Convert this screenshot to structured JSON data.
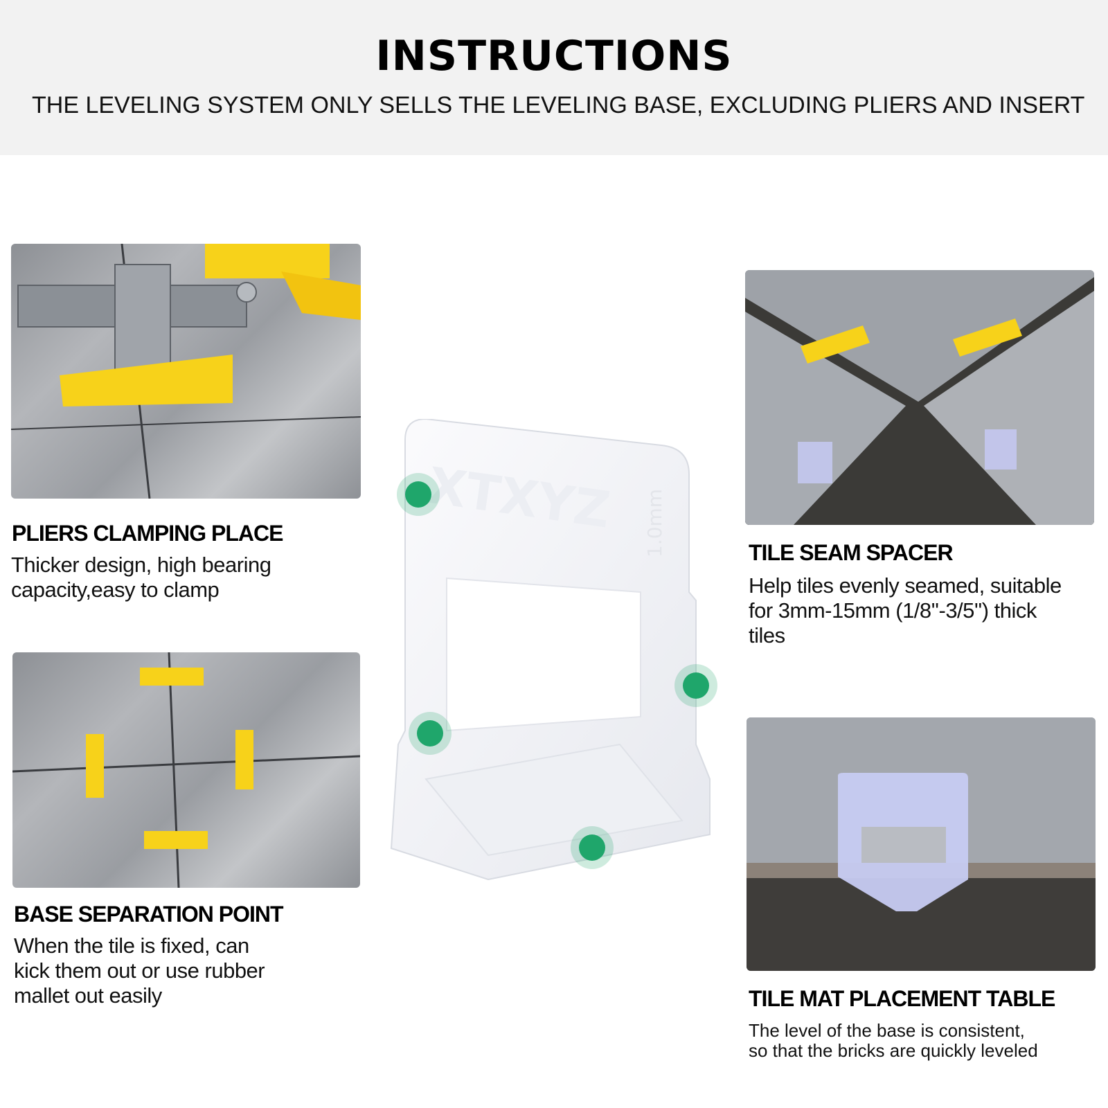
{
  "header": {
    "title": "INSTRUCTIONS",
    "subtitle": "THE LEVELING SYSTEM ONLY SELLS THE LEVELING BASE, EXCLUDING PLIERS AND INSERT"
  },
  "features": [
    {
      "title": "PLIERS CLAMPING PLACE",
      "lines": [
        "Thicker design, high bearing",
        "capacity,easy to clamp"
      ]
    },
    {
      "title": "BASE SEPARATION POINT",
      "lines": [
        "When the tile is fixed, can",
        "kick them out or use rubber",
        "mallet out easily"
      ]
    },
    {
      "title": "TILE SEAM SPACER",
      "lines": [
        "Help tiles evenly seamed, suitable",
        "for 3mm-15mm (1/8''-3/5'') thick",
        "tiles"
      ]
    },
    {
      "title": "TILE MAT PLACEMENT TABLE",
      "lines": [
        "The level of the base is consistent,",
        "so that the bricks are quickly leveled"
      ]
    }
  ],
  "product": {
    "embossed_text": "XTXYZ",
    "size_mark": "1.0mm"
  },
  "colors": {
    "accent_dot": "#1fa66b",
    "wedge_yellow": "#f7d21a",
    "header_band": "#f2f2f2"
  }
}
